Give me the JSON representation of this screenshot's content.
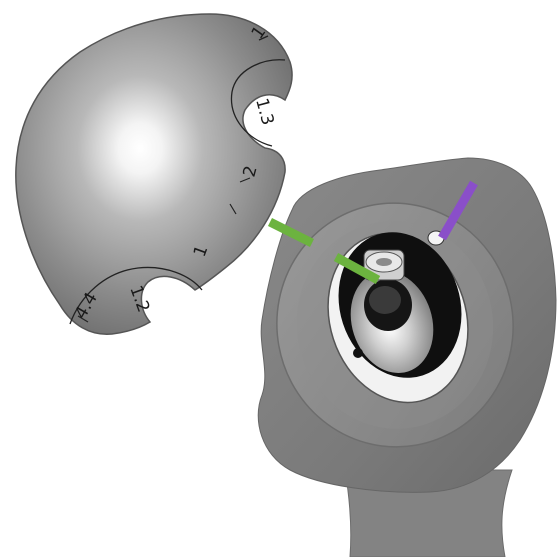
{
  "figure": {
    "head_labels": {
      "top": "1",
      "upper_slot": "1.3",
      "mid_upper": "2",
      "mid": "1",
      "lower_slot": "1.2",
      "bottom_edge": "4.4"
    },
    "colors": {
      "background": "#ffffff",
      "humeral_head": "#8e8e8e",
      "head_highlight": "#ffffff",
      "stem_body": "#7a7a7a",
      "socket_dark": "#111111",
      "green_marker": "#6cb33f",
      "purple_marker": "#8a4fc9"
    },
    "icons": [
      "humeral-head-icon",
      "humeral-stem-icon",
      "taper-socket-icon",
      "screw-icon"
    ]
  }
}
